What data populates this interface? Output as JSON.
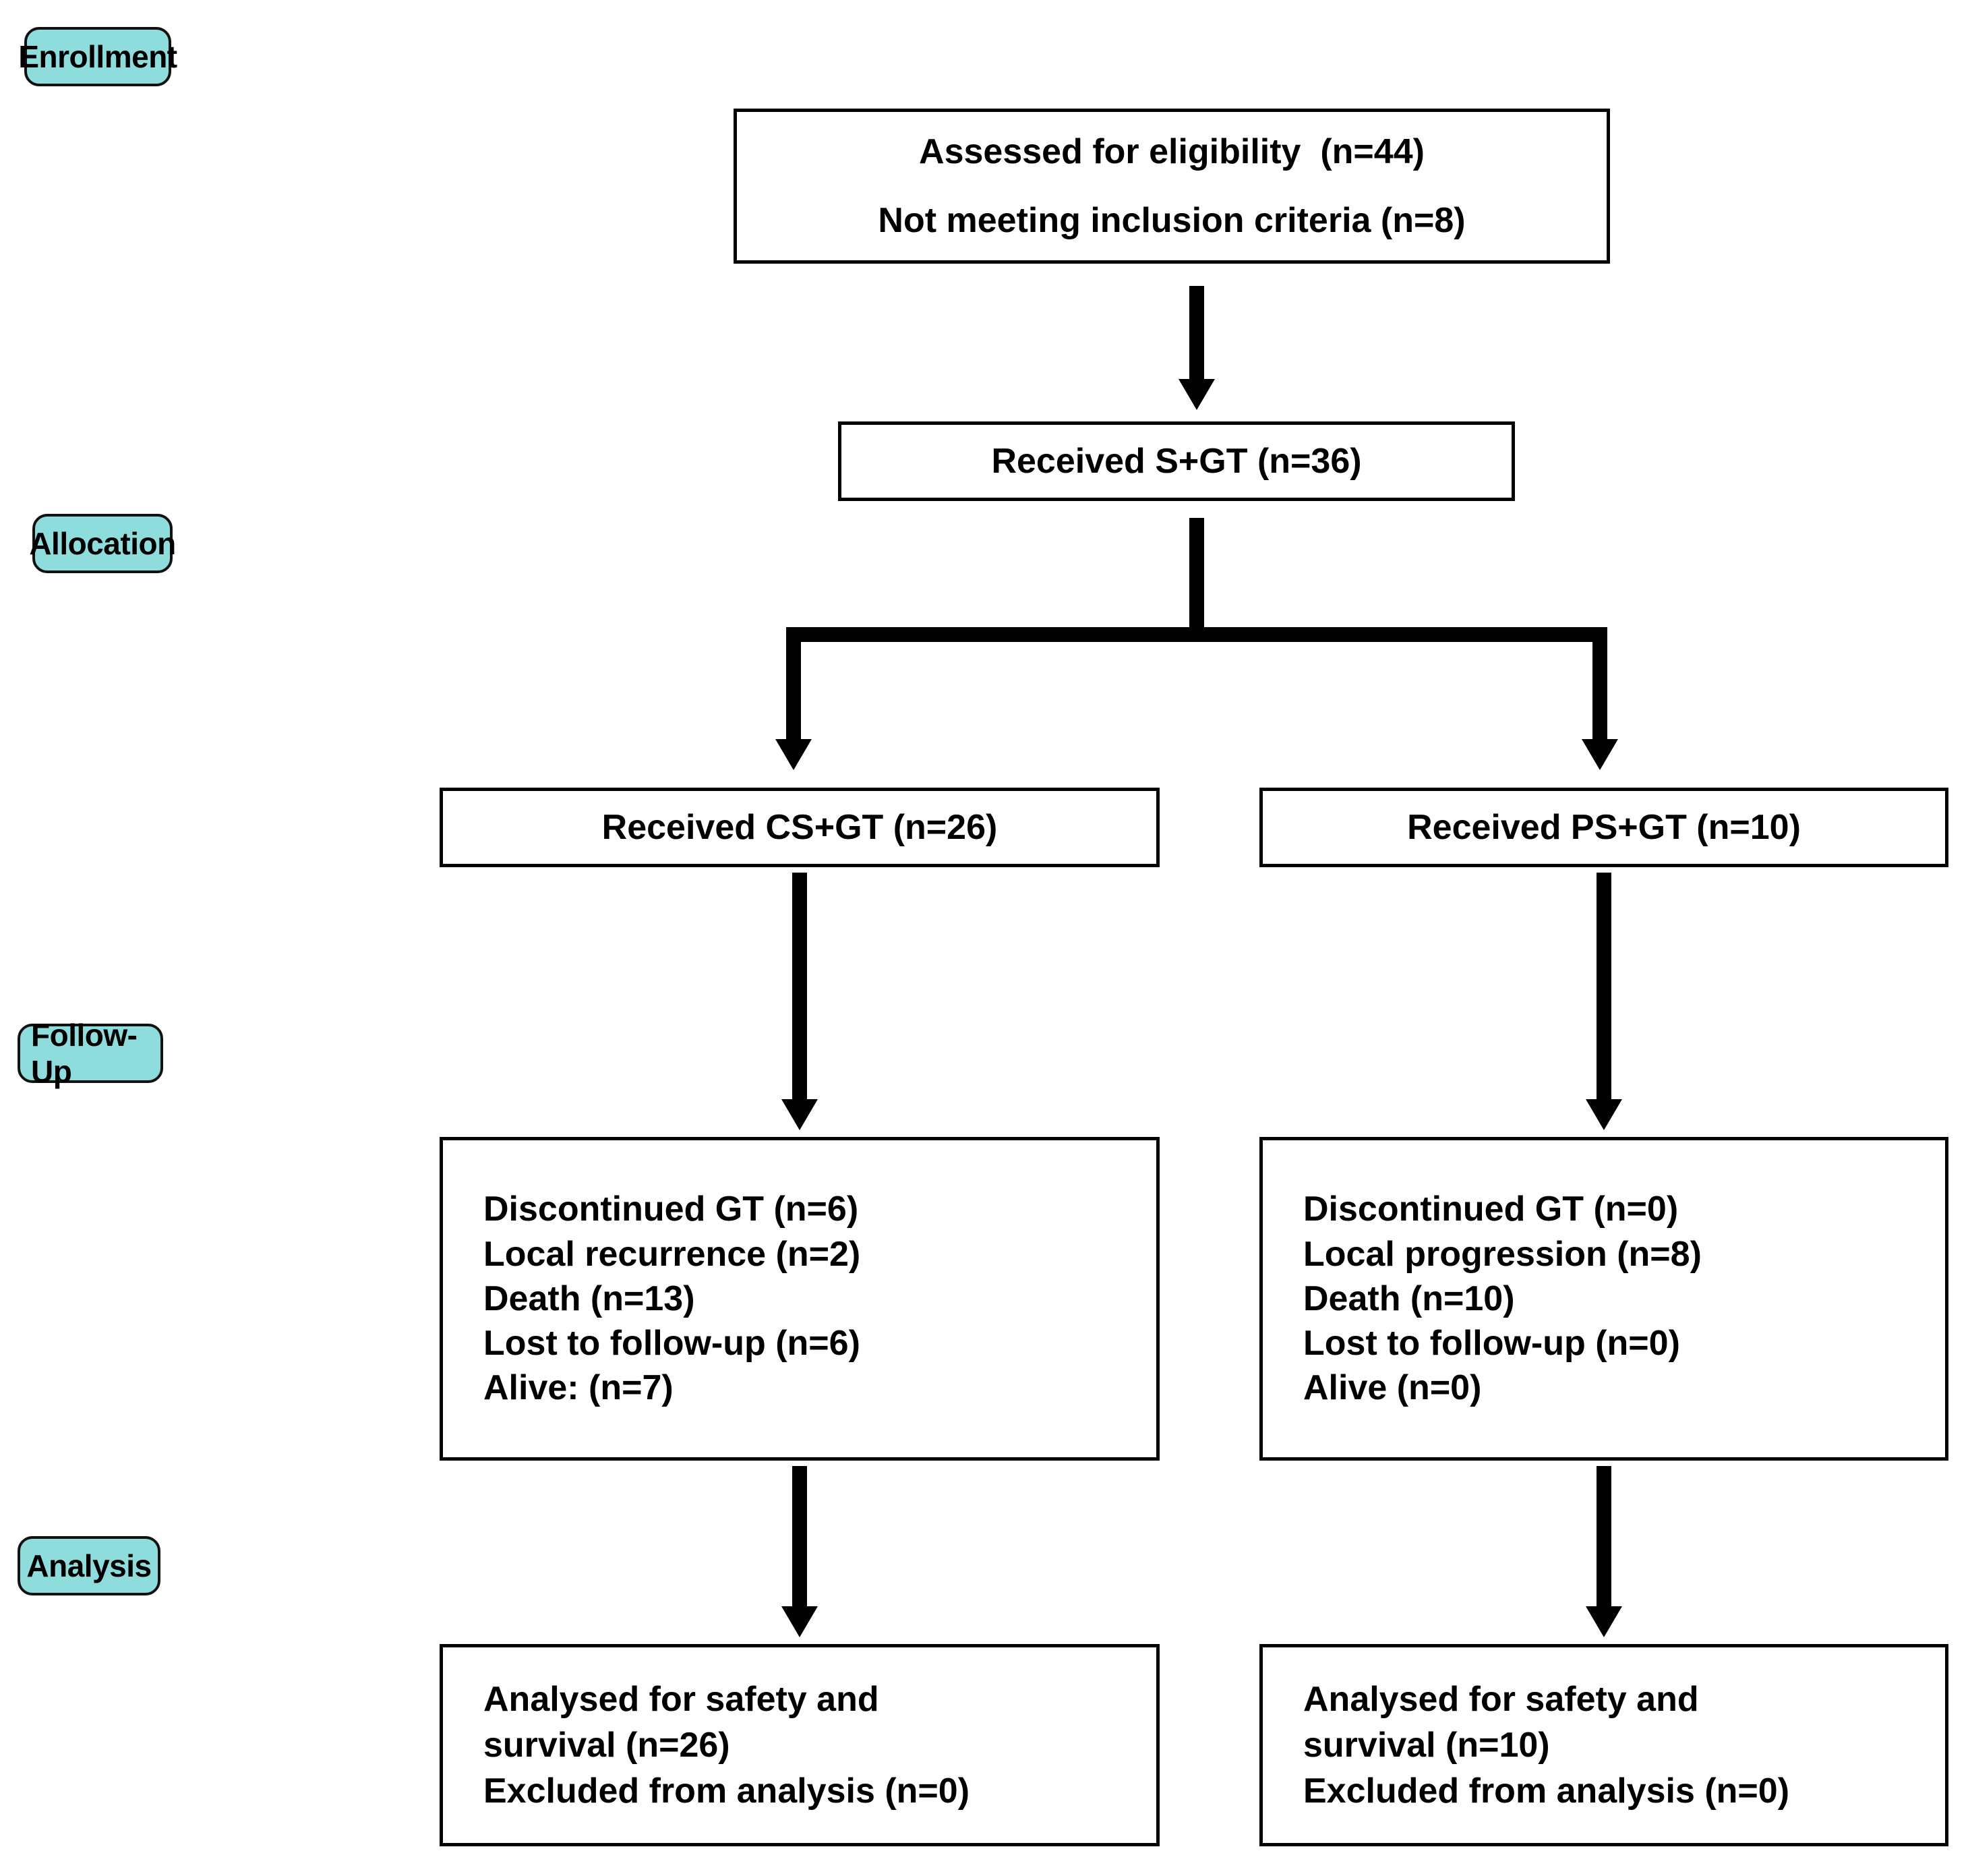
{
  "diagram": {
    "title": "CONSORT participant flow diagram",
    "accent_color": "#8fdcdc",
    "border_color": "#000000",
    "background_color": "#ffffff"
  },
  "stages": [
    {
      "key": "enrollment",
      "label": "Enrollment"
    },
    {
      "key": "allocation",
      "label": "Allocation"
    },
    {
      "key": "followup",
      "label": "Follow-Up"
    },
    {
      "key": "analysis",
      "label": "Analysis"
    }
  ],
  "boxes": {
    "eligibility": {
      "line1": "Assessed for eligibility  (n=44)",
      "line2": "Not meeting inclusion criteria (n=8)"
    },
    "received_total": {
      "line1": "Received S+GT (n=36)"
    },
    "allocation_left": {
      "line1": "Received CS+GT (n=26)"
    },
    "allocation_right": {
      "line1": "Received PS+GT (n=10)"
    },
    "followup_left": {
      "line1": "Discontinued GT (n=6)",
      "line2": "Local recurrence (n=2)",
      "line3": "Death (n=13)",
      "line4": "Lost to follow-up (n=6)",
      "line5": "Alive: (n=7)"
    },
    "followup_right": {
      "line1": "Discontinued GT (n=0)",
      "line2": "Local progression (n=8)",
      "line3": "Death (n=10)",
      "line4": "Lost to follow-up (n=0)",
      "line5": "Alive (n=0)"
    },
    "analysis_left": {
      "line1": "Analysed for safety and",
      "line2": "survival (n=26)",
      "line3": "Excluded from analysis (n=0)"
    },
    "analysis_right": {
      "line1": "Analysed for safety and",
      "line2": "survival (n=10)",
      "line3": "Excluded from analysis (n=0)"
    }
  },
  "chart_data": {
    "type": "diagram",
    "title": "CONSORT flow of participants (S+GT study)",
    "nodes": [
      {
        "id": "assessed",
        "stage": "Enrollment",
        "label": "Assessed for eligibility",
        "n": 44
      },
      {
        "id": "not_meeting",
        "stage": "Enrollment",
        "label": "Not meeting inclusion criteria",
        "n": 8
      },
      {
        "id": "received_sgt",
        "stage": "Allocation",
        "label": "Received S+GT",
        "n": 36
      },
      {
        "id": "received_csgt",
        "stage": "Allocation",
        "label": "Received CS+GT",
        "n": 26
      },
      {
        "id": "received_psgt",
        "stage": "Allocation",
        "label": "Received PS+GT",
        "n": 10
      },
      {
        "id": "cs_discontinued",
        "stage": "Follow-Up",
        "label": "Discontinued GT (CS+GT)",
        "n": 6
      },
      {
        "id": "cs_recurrence",
        "stage": "Follow-Up",
        "label": "Local recurrence (CS+GT)",
        "n": 2
      },
      {
        "id": "cs_death",
        "stage": "Follow-Up",
        "label": "Death (CS+GT)",
        "n": 13
      },
      {
        "id": "cs_lost",
        "stage": "Follow-Up",
        "label": "Lost to follow-up (CS+GT)",
        "n": 6
      },
      {
        "id": "cs_alive",
        "stage": "Follow-Up",
        "label": "Alive (CS+GT)",
        "n": 7
      },
      {
        "id": "ps_discontinued",
        "stage": "Follow-Up",
        "label": "Discontinued GT (PS+GT)",
        "n": 0
      },
      {
        "id": "ps_progression",
        "stage": "Follow-Up",
        "label": "Local progression (PS+GT)",
        "n": 8
      },
      {
        "id": "ps_death",
        "stage": "Follow-Up",
        "label": "Death (PS+GT)",
        "n": 10
      },
      {
        "id": "ps_lost",
        "stage": "Follow-Up",
        "label": "Lost to follow-up (PS+GT)",
        "n": 0
      },
      {
        "id": "ps_alive",
        "stage": "Follow-Up",
        "label": "Alive (PS+GT)",
        "n": 0
      },
      {
        "id": "cs_analysed",
        "stage": "Analysis",
        "label": "Analysed for safety and survival (CS+GT)",
        "n": 26
      },
      {
        "id": "cs_excluded",
        "stage": "Analysis",
        "label": "Excluded from analysis (CS+GT)",
        "n": 0
      },
      {
        "id": "ps_analysed",
        "stage": "Analysis",
        "label": "Analysed for safety and survival (PS+GT)",
        "n": 10
      },
      {
        "id": "ps_excluded",
        "stage": "Analysis",
        "label": "Excluded from analysis (PS+GT)",
        "n": 0
      }
    ],
    "edges": [
      {
        "from": "assessed",
        "to": "received_sgt"
      },
      {
        "from": "received_sgt",
        "to": "received_csgt"
      },
      {
        "from": "received_sgt",
        "to": "received_psgt"
      },
      {
        "from": "received_csgt",
        "to": "cs_alive"
      },
      {
        "from": "received_psgt",
        "to": "ps_alive"
      },
      {
        "from": "cs_alive",
        "to": "cs_analysed"
      },
      {
        "from": "ps_alive",
        "to": "ps_analysed"
      }
    ]
  }
}
